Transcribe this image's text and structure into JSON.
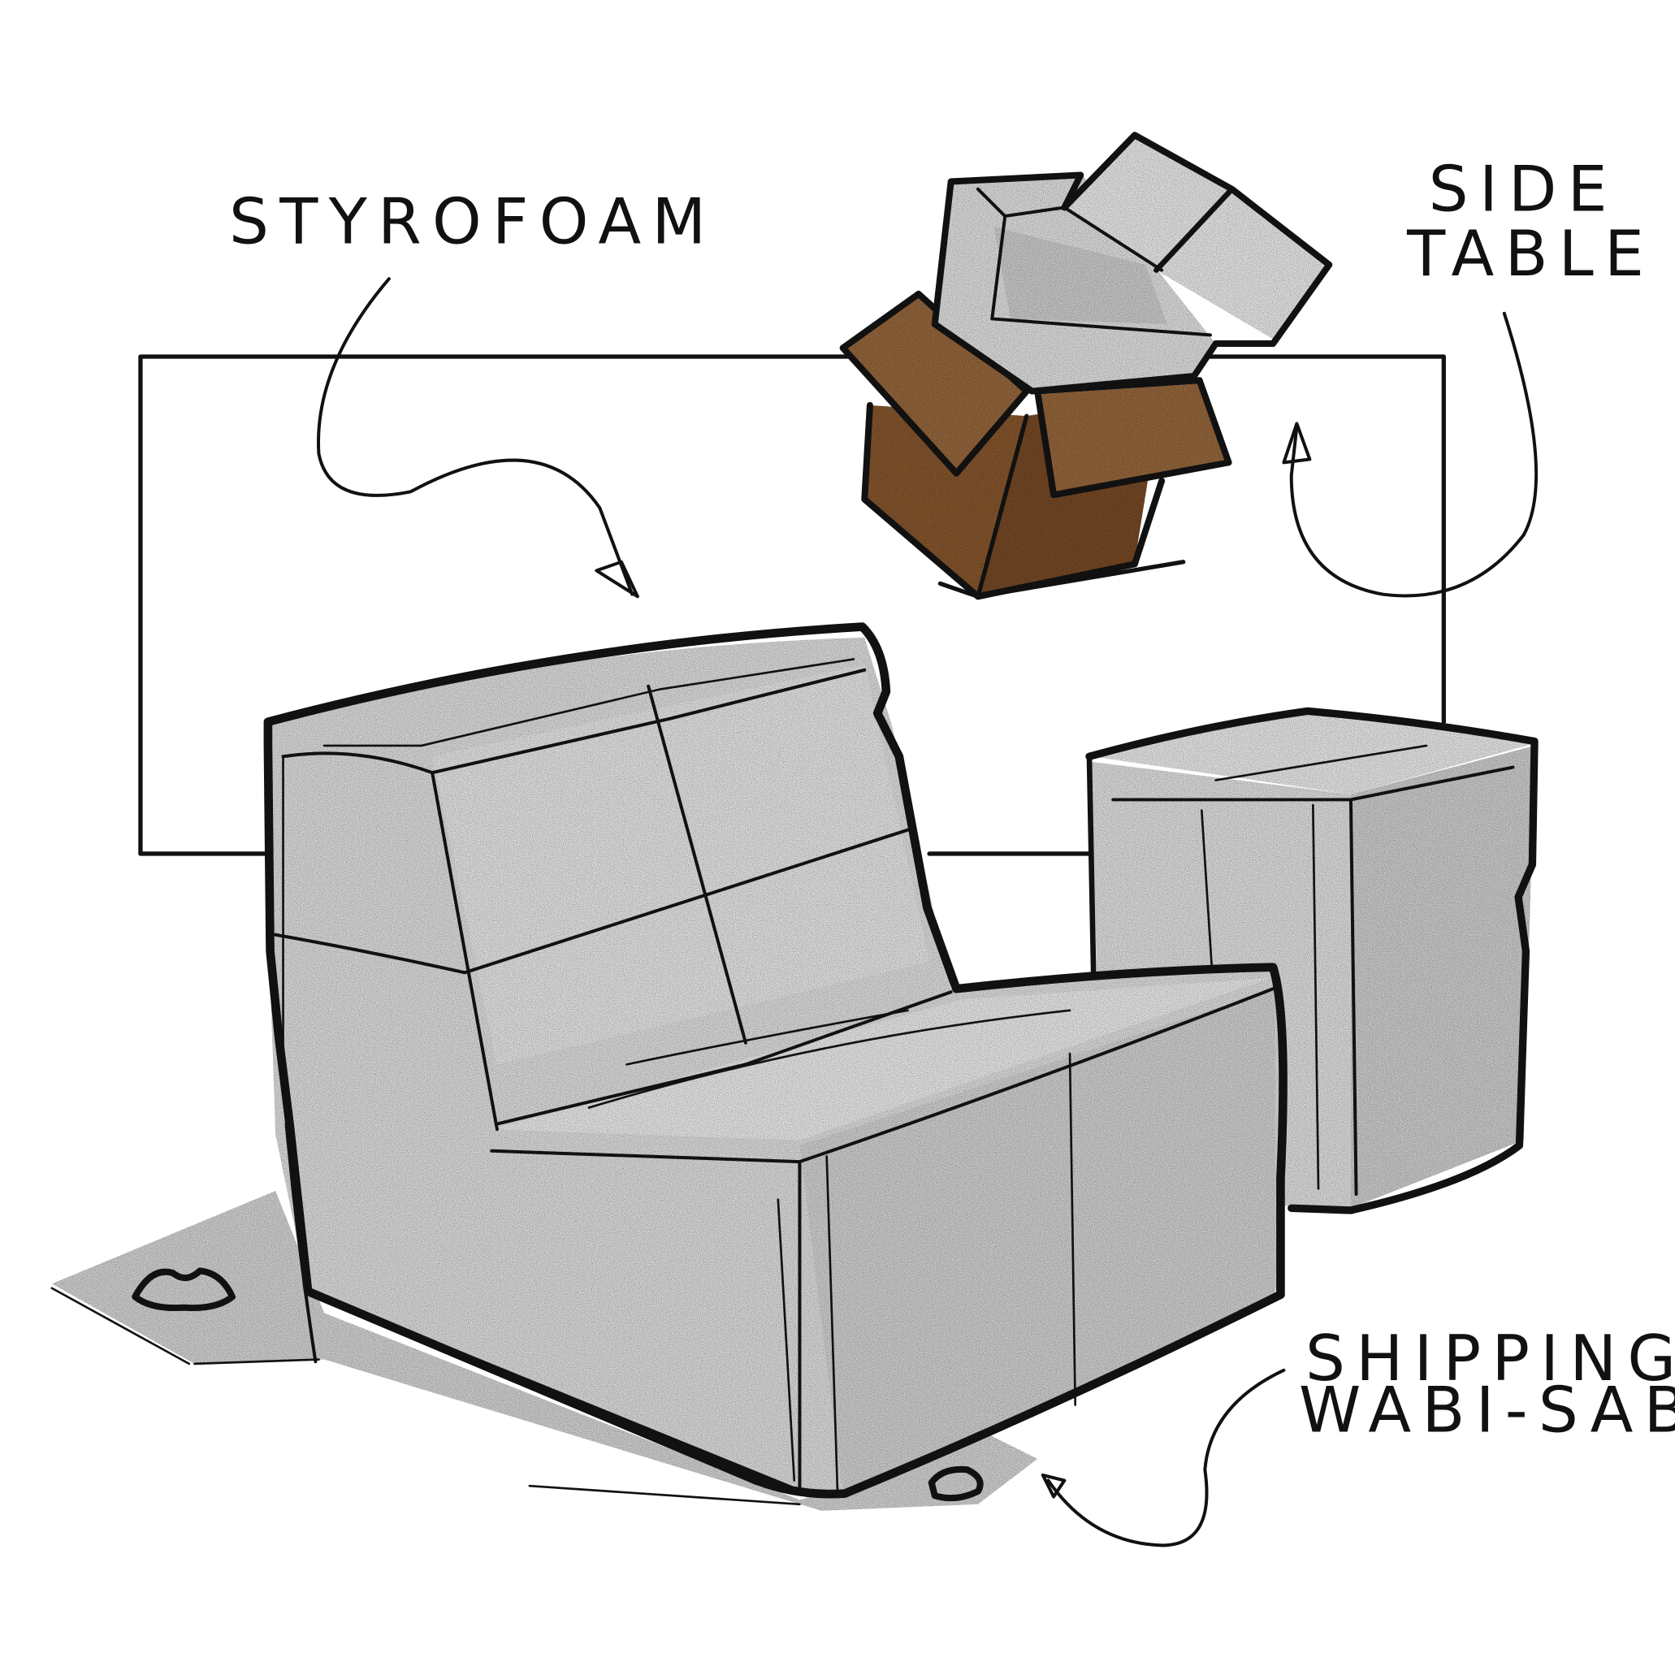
{
  "annotations": {
    "styrofoam": "STYROFOAM",
    "side_table_line1": "SIDE",
    "side_table_line2": "TABLE",
    "shipping_line1": "SHIPPING",
    "shipping_line2": "WABI-SABI"
  },
  "colors": {
    "ink": "#111111",
    "foam": "#e6e6e6",
    "foam_shade": "#cfcfcf",
    "cardboard": "#8a5a32",
    "cardboard_dark": "#6e4526",
    "shadow": "#d8d8d8",
    "background": "#ffffff"
  }
}
